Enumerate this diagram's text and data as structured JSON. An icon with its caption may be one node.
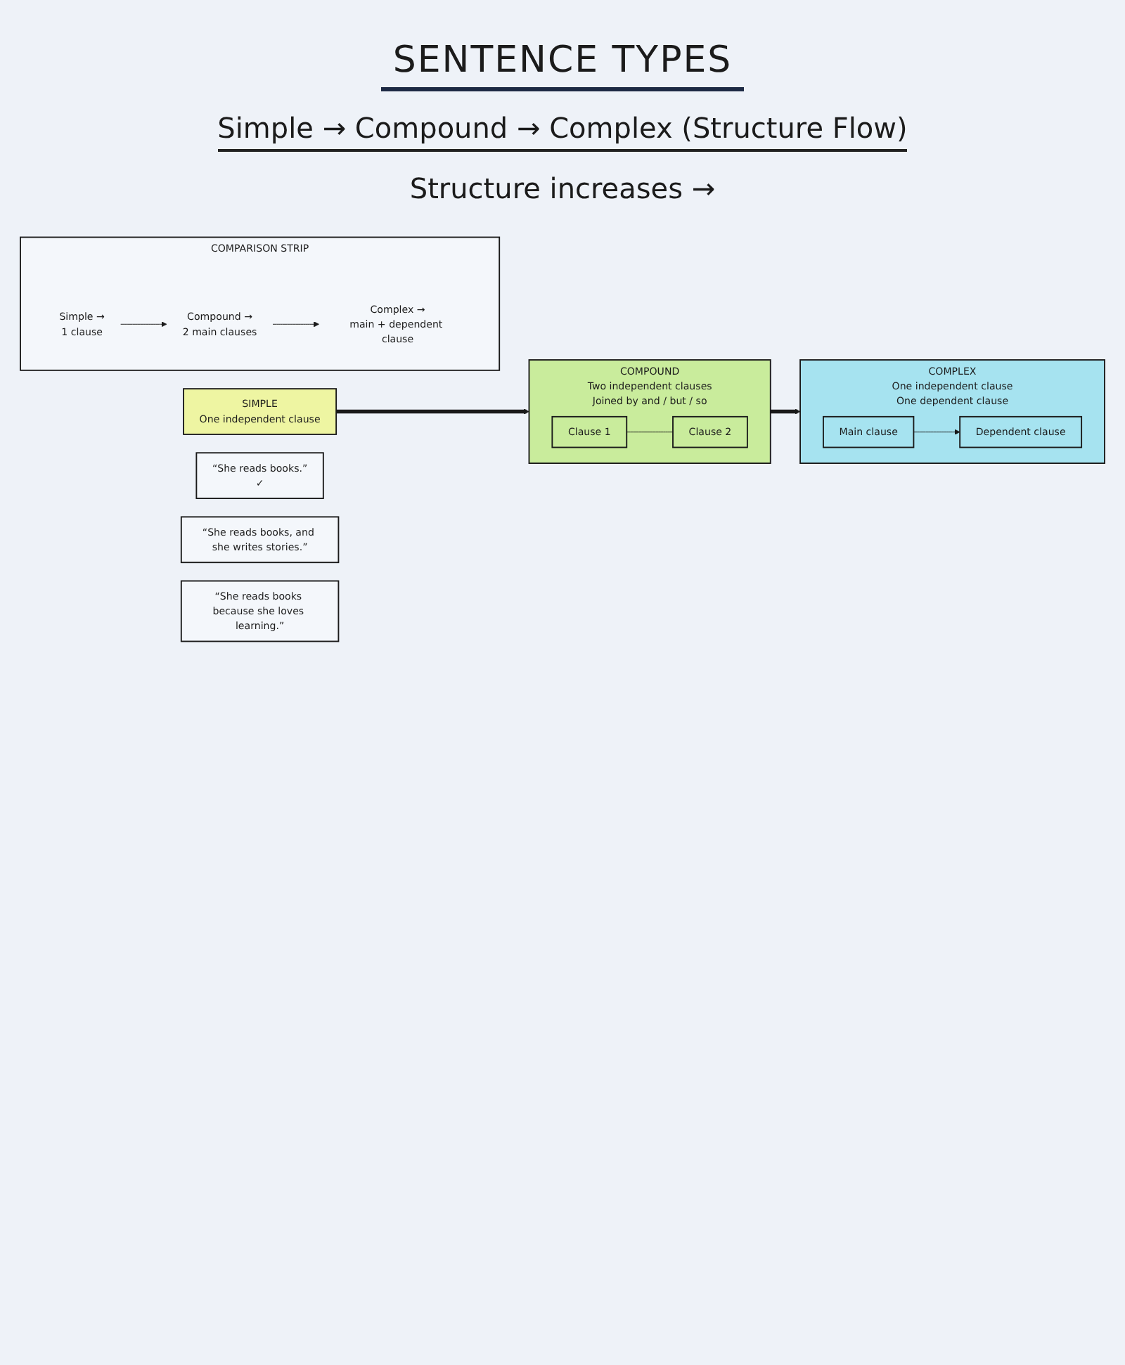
{
  "diagram": {
    "title": "SENTENCE TYPES",
    "nodes": [
      {
        "text": [
          "SIMPLE",
          "One independent clause"
        ]
      },
      {
        "text": [
          "COMPOUND",
          "Two independent clauses",
          "Joined by and / but / so"
        ]
      },
      {
        "text": [
          "Clause 1"
        ],
        "in": 1
      },
      {
        "text": [
          "Clause 2"
        ],
        "in": 1
      },
      {
        "text": [
          "COMPLEX",
          "One independent clause",
          "One dependent clause"
        ]
      },
      {
        "text": [
          "Main clause"
        ],
        "in": 4
      },
      {
        "text": [
          "Dependent clause"
        ],
        "in": 4
      },
      {
        "text": [
          "“She reads books.”",
          "✓"
        ]
      },
      {
        "text": [
          "“She reads books, and she writes stories.”"
        ]
      },
      {
        "text": [
          "“She reads books because she loves learning.”"
        ]
      },
      {
        "text": [
          "COMPARISON STRIP"
        ]
      },
      {
        "text": [
          "Simple →",
          "1 clause"
        ],
        "in": 10
      },
      {
        "text": [
          "Compound →",
          "2 main clauses"
        ],
        "in": 10
      },
      {
        "text": [
          "Complex →",
          "main + dependent clause"
        ],
        "in": 10
      }
    ],
    "edges": [
      {
        "from": 0,
        "to": 1,
        "arrow": "to",
        "style": "thick"
      },
      {
        "from": 1,
        "to": 4,
        "arrow": "to",
        "style": "thick"
      },
      {
        "from": 2,
        "to": 3,
        "arrow": "none"
      },
      {
        "from": 5,
        "to": 6,
        "arrow": "to"
      },
      {
        "from": 11,
        "to": 12,
        "arrow": "to"
      },
      {
        "from": 12,
        "to": 13,
        "arrow": "to"
      }
    ],
    "labels": [
      "Simple → Compound → Complex (Structure Flow)",
      "Structure increases →"
    ]
  }
}
